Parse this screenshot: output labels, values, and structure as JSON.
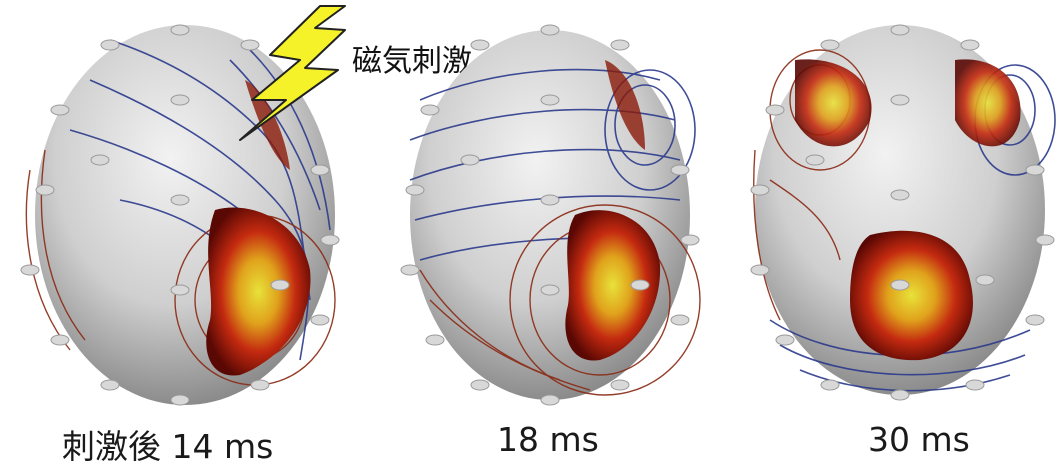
{
  "stimulus_label": "磁気刺激",
  "panels": [
    {
      "caption": "刺激後 14 ms"
    },
    {
      "caption": "18 ms"
    },
    {
      "caption": "30 ms"
    }
  ],
  "colors": {
    "scalp": "#c9c9c9",
    "scalp_shadow": "#8e8e8e",
    "contour_blue": "#2b3a8c",
    "contour_red": "#8a2a14",
    "activation_dark": "#6b0a05",
    "activation_red": "#c42a10",
    "activation_yellow": "#e8e23a",
    "bolt_fill": "#f6f22a",
    "bolt_stroke": "#222222"
  }
}
